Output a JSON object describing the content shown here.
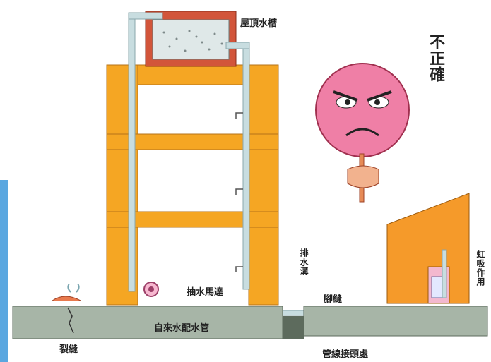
{
  "labels": {
    "roof_tank": "屋頂水槽",
    "verdict": "不正確",
    "pump": "抽水馬達",
    "drain_pit": "排水溝",
    "leak_right": "腳縫",
    "siphon": "虹吸作用",
    "water_main": "自來水配水管",
    "crack_left": "裂縫",
    "pipe_joint_damage": "管線接頭處"
  },
  "colors": {
    "building_frame": "#f5a623",
    "roof_tank_frame": "#d2553a",
    "pipe": "#c8dde0",
    "ground": "#9fb0a0",
    "shed": "#f59a2a",
    "sign_face": "#ef7fa6",
    "side_bar": "#5aa7e0"
  },
  "icons": [
    "angry-face-sign-icon",
    "faucet-icon",
    "pump-icon",
    "water-splash-icon",
    "arrow-icon"
  ]
}
